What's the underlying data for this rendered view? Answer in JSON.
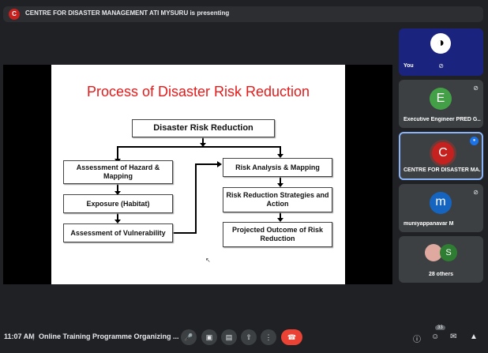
{
  "presenting_bar": {
    "avatar_letter": "C",
    "text": "CENTRE FOR DISASTER MANAGEMENT ATI MYSURU is presenting"
  },
  "slide": {
    "title": "Process of Disaster Risk Reduction",
    "top_box": "Disaster Risk Reduction",
    "left_boxes": [
      "Assessment of Hazard & Mapping",
      "Exposure (Habitat)",
      "Assessment of Vulnerability"
    ],
    "right_boxes": [
      "Risk Analysis & Mapping",
      "Risk Reduction Strategies and Action",
      "Projected Outcome of Risk Reduction"
    ]
  },
  "participants": [
    {
      "name": "You",
      "avatar": "",
      "muted": true
    },
    {
      "name": "Executive Engineer PRED G...",
      "avatar": "E",
      "color": "#43a047",
      "muted": true
    },
    {
      "name": "CENTRE FOR DISASTER MA...",
      "avatar": "C",
      "color": "#c5221f",
      "speaking": true
    },
    {
      "name": "muniyappanavar M",
      "avatar": "m",
      "color": "#1565c0",
      "muted": true
    },
    {
      "name": "28 others",
      "avatar": "S",
      "color": "#2e7d32"
    }
  ],
  "bottom": {
    "time": "11:07 AM",
    "separator": "|",
    "meeting_title": "Online Training Programme Organizing ...",
    "people_count": "33"
  },
  "colors": {
    "background": "#202124",
    "tile": "#3c4043",
    "accent": "#8ab4f8",
    "end_call": "#ea4335",
    "slide_title": "#e31b1b"
  }
}
